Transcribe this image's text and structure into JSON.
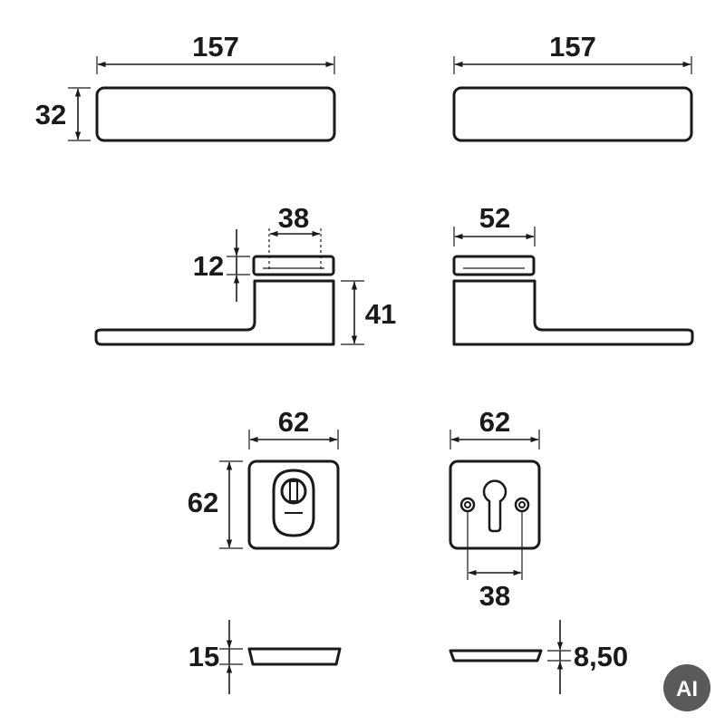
{
  "dimensions": {
    "top_left_length": "157",
    "top_left_height": "32",
    "top_right_length": "157",
    "side_left_width": "38",
    "side_left_thickness": "12",
    "side_left_height": "41",
    "side_right_width": "52",
    "rose_left_width": "62",
    "rose_left_height": "62",
    "rose_right_width": "62",
    "rose_right_spacing": "38",
    "profile_left_height": "15",
    "profile_right_height": "8,50"
  },
  "badge": {
    "label": "AI",
    "color": "#5a5a5a"
  },
  "colors": {
    "line": "#1a1a1a",
    "background": "#ffffff"
  }
}
